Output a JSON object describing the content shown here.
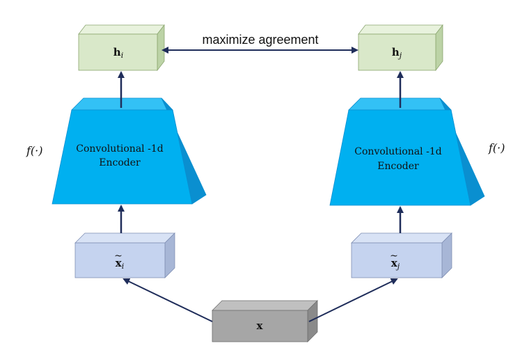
{
  "header": {
    "agreement_label": "maximize agreement"
  },
  "representations": {
    "left": {
      "base": "h",
      "sub": "i"
    },
    "right": {
      "base": "h",
      "sub": "j"
    }
  },
  "encoders": {
    "left": {
      "line1": "Convolutional -1d",
      "line2": "Encoder"
    },
    "right": {
      "line1": "Convolutional -1d",
      "line2": "Encoder"
    },
    "function_label": "f(·)"
  },
  "augmented": {
    "left": {
      "base": "x",
      "sub": "i"
    },
    "right": {
      "base": "x",
      "sub": "j"
    }
  },
  "input": {
    "label": "x"
  },
  "colors": {
    "representation_fill": "#d9e8c9",
    "representation_top": "#e8f2dd",
    "representation_side": "#bcd3a6",
    "encoder_fill": "#00b0f0",
    "encoder_dark": "#0a8fd0",
    "augmented_fill": "#c5d3ef",
    "augmented_top": "#d8e2f5",
    "augmented_side": "#a7b6d6",
    "input_fill": "#a6a6a6",
    "input_top": "#c0c0c0",
    "input_side": "#8a8a8a",
    "arrow": "#1f2d5a"
  }
}
